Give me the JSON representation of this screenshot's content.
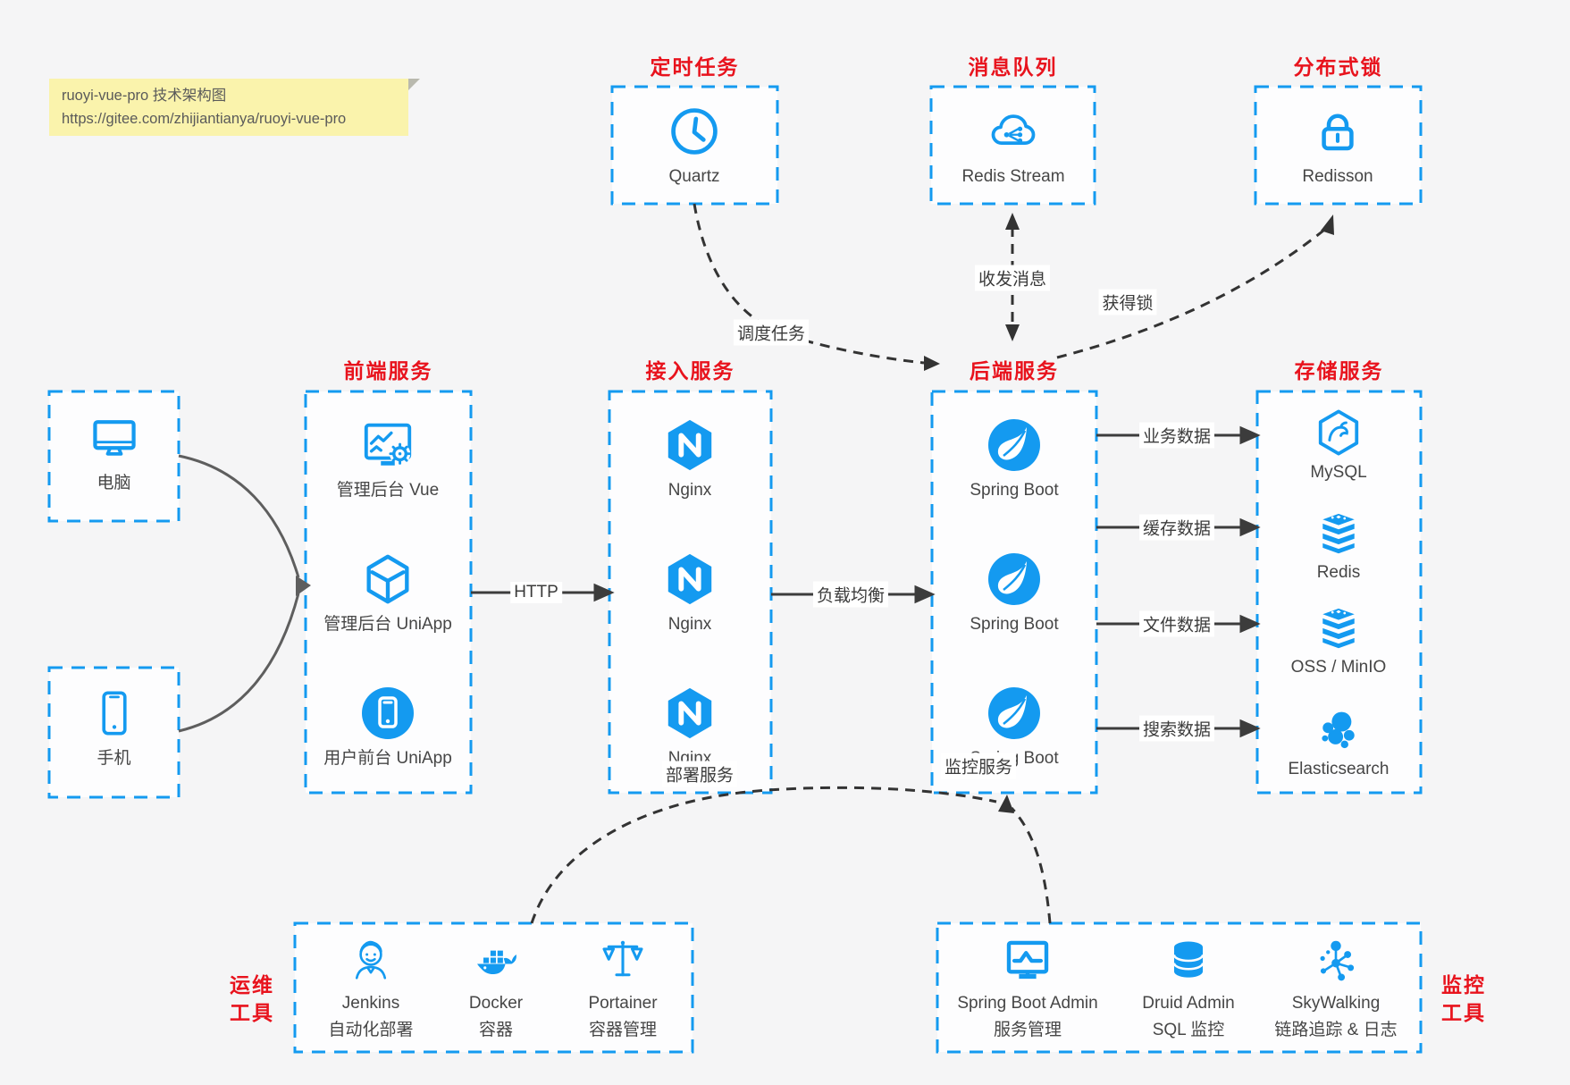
{
  "note": {
    "line1": "ruoyi-vue-pro 技术架构图",
    "line2": "https://gitee.com/zhijiantianya/ruoyi-vue-pro"
  },
  "top_groups": [
    {
      "title": "定时任务",
      "item": {
        "icon": "clock-icon",
        "label": "Quartz"
      }
    },
    {
      "title": "消息队列",
      "item": {
        "icon": "cloud-queue-icon",
        "label": "Redis Stream"
      }
    },
    {
      "title": "分布式锁",
      "item": {
        "icon": "lock-icon",
        "label": "Redisson"
      }
    }
  ],
  "clients": [
    {
      "icon": "desktop-icon",
      "label": "电脑"
    },
    {
      "icon": "smartphone-icon",
      "label": "手机"
    }
  ],
  "columns": [
    {
      "title": "前端服务",
      "items": [
        {
          "icon": "dashboard-gear-icon",
          "label": "管理后台 Vue"
        },
        {
          "icon": "uniapp-cube-icon",
          "label": "管理后台 UniApp"
        },
        {
          "icon": "mobile-app-icon",
          "label": "用户前台 UniApp"
        }
      ]
    },
    {
      "title": "接入服务",
      "items": [
        {
          "icon": "nginx-icon",
          "label": "Nginx"
        },
        {
          "icon": "nginx-icon",
          "label": "Nginx"
        },
        {
          "icon": "nginx-icon",
          "label": "Nginx"
        }
      ]
    },
    {
      "title": "后端服务",
      "items": [
        {
          "icon": "spring-leaf-icon",
          "label": "Spring Boot"
        },
        {
          "icon": "spring-leaf-icon",
          "label": "Spring Boot"
        },
        {
          "icon": "spring-leaf-icon",
          "label": "Spring Boot"
        }
      ]
    },
    {
      "title": "存储服务",
      "items": [
        {
          "icon": "mysql-icon",
          "label": "MySQL"
        },
        {
          "icon": "redis-stack-icon",
          "label": "Redis"
        },
        {
          "icon": "storage-stack-icon",
          "label": "OSS / MinIO"
        },
        {
          "icon": "elasticsearch-icon",
          "label": "Elasticsearch"
        }
      ]
    }
  ],
  "bottom_groups": [
    {
      "side_label": [
        "运维",
        "工具"
      ],
      "items": [
        {
          "icon": "jenkins-icon",
          "label": "Jenkins",
          "sublabel": "自动化部署"
        },
        {
          "icon": "docker-whale-icon",
          "label": "Docker",
          "sublabel": "容器"
        },
        {
          "icon": "portainer-scales-icon",
          "label": "Portainer",
          "sublabel": "容器管理"
        }
      ]
    },
    {
      "side_label": [
        "监控",
        "工具"
      ],
      "items": [
        {
          "icon": "monitor-chart-icon",
          "label": "Spring Boot Admin",
          "sublabel": "服务管理"
        },
        {
          "icon": "database-cylinder-icon",
          "label": "Druid Admin",
          "sublabel": "SQL 监控"
        },
        {
          "icon": "topology-icon",
          "label": "SkyWalking",
          "sublabel": "链路追踪 & 日志"
        }
      ]
    }
  ],
  "edges": {
    "http": "HTTP",
    "load_balance": "负载均衡",
    "schedule_job": "调度任务",
    "send_receive_message": "收发消息",
    "acquire_lock": "获得锁",
    "business_data": "业务数据",
    "cache_data": "缓存数据",
    "file_data": "文件数据",
    "search_data": "搜索数据",
    "deploy_service": "部署服务",
    "monitor_service": "监控服务"
  },
  "colors": {
    "accent_blue": "#149af0",
    "title_red": "#e8131d",
    "note_bg": "#faf3ac",
    "arrow_dark": "#3c3c3c"
  }
}
